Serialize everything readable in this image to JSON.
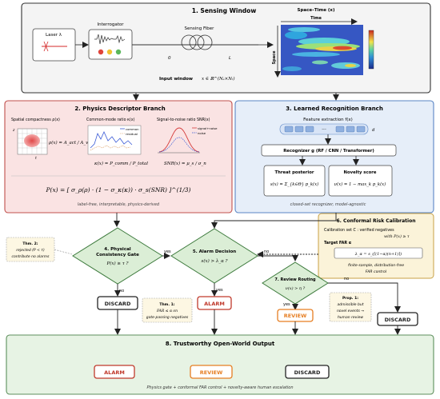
{
  "sensing": {
    "title": "1.  Sensing Window",
    "laser": "Laser  λ",
    "interrogator": "Interrogator",
    "fiber": "Sensing Fiber",
    "fiber_start": "0",
    "fiber_end": "L",
    "heatmap_title": "Space–Time  (x)",
    "time_axis": "Time",
    "space_axis": "Space",
    "input_window": "Input window",
    "input_formula": "x ∈ ℝ^(Nₛ×Nₜ)",
    "colorbar": {
      "top": "",
      "bottom": ""
    }
  },
  "physics": {
    "title": "2.  Physics Descriptor Branch",
    "compact_label": "Spatial compactness ρ(x)",
    "compact_formula": "ρ(x) = A_act / A_win",
    "t_axis": "t",
    "z_axis": "z",
    "cm_label": "Common-mode ratio κ(x)",
    "cm_legend": [
      "common",
      "residual"
    ],
    "cm_formula": "κ(x) = P_comm / P_total",
    "snr_label": "Signal-to-noise ratio SNR(x)",
    "snr_legend": [
      "signal+noise",
      "noise"
    ],
    "snr_formula": "SNR(x) = μ_s / σ_n",
    "main_formula": "P(x) = [ σ_ρ(ρ) · (1 − σ_κ(κ)) · σ_s(SNR) ]^(1/3)",
    "caption": "label-free, interpretable, physics-derived"
  },
  "learned": {
    "title": "3.  Learned Recognition Branch",
    "feature": "Feature extraction  f(x)",
    "dots": "···",
    "dim": "d",
    "recognizer": "Recognizer  g  (RF / CNN / Transformer)",
    "threat_title": "Threat posterior",
    "threat_formula": "s(x) = Σ_{k∈Θ} p_k(x)",
    "novelty_title": "Novelty score",
    "novelty_formula": "ν(x) = 1 − max_k p_k(x)",
    "caption": "closed-set recognizer, model-agnostic"
  },
  "conformal": {
    "title": "6.  Conformal Risk Calibration",
    "calib": "Calibration set  C : verified negatives",
    "calib2": "with  P(x) ≥ τ",
    "target": "Target FAR  α",
    "formula": "λ_α = s_(⌈(1−α)(n+1)⌉)",
    "caption1": "finite-sample, distribution-free",
    "caption2": "FAR control"
  },
  "decisions": {
    "gate": {
      "title": "4.  Physical",
      "title2": "Consistency Gate",
      "cond": "P(x) ≥ τ ?"
    },
    "alarm": {
      "title": "5.  Alarm Decision",
      "cond": "s(x) > λ_α ?"
    },
    "review": {
      "title": "7.  Review Routing",
      "cond": "ν(x) > η ?"
    }
  },
  "edges": {
    "yes": "yes",
    "no": "no"
  },
  "outcomes": {
    "discard": "DISCARD",
    "alarm": "ALARM",
    "review": "REVIEW"
  },
  "notes": {
    "thm2": [
      "Thm. 2:",
      "rejected (P < τ)",
      "contribute no alarms"
    ],
    "thm1": [
      "Thm. 1:",
      "FAR ≤ α on",
      "gate-passing negatives"
    ],
    "prop1": [
      "Prop. 1:",
      "admissible but",
      "novel events →",
      "human review"
    ]
  },
  "output": {
    "title": "8.  Trustworthy Open-World Output",
    "caption": "Physics gate  +  conformal FAR control  +  novelty-aware human escalation"
  },
  "colors": {
    "sensing_bg": "#f4f4f4",
    "physics_bg": "#fae3e3",
    "physics_border": "#c0504d",
    "learned_bg": "#e6eef9",
    "learned_border": "#5b86c5",
    "conformal_bg": "#fbf3d9",
    "conformal_border": "#c8a045",
    "decision_fill": "#dbeed6",
    "decision_border": "#3d7a3d",
    "output_bg": "#e7f3e4",
    "output_border": "#5c8f5c",
    "alarm": "#c0392b",
    "review": "#e67e22",
    "discard": "#222222"
  }
}
